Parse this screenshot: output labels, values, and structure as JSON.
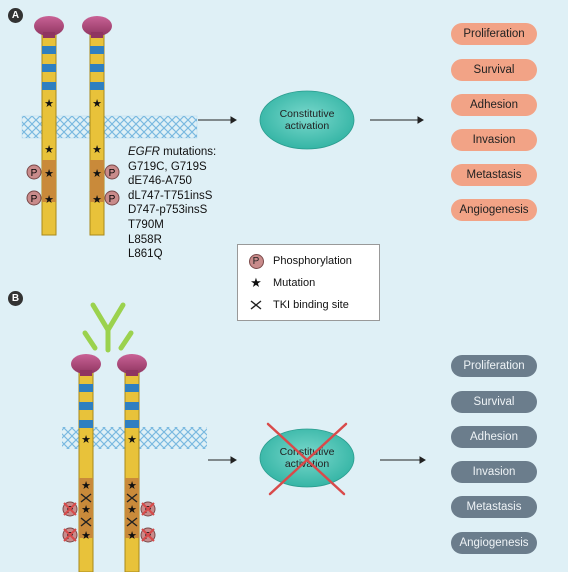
{
  "panels": {
    "a": "A",
    "b": "B"
  },
  "mutations": {
    "gene": "EGFR",
    "suffix": " mutations:",
    "items": [
      "G719C, G719S",
      "dE746-A750",
      "dL747-T751insS",
      "D747-p753insS",
      "T790M",
      "L858R",
      "L861Q"
    ]
  },
  "ellipse_a": {
    "line1": "Constitutive",
    "line2": "activation"
  },
  "ellipse_b": {
    "line1": "Constitutive",
    "line2": "activation"
  },
  "outcomes_a": [
    "Proliferation",
    "Survival",
    "Adhesion",
    "Invasion",
    "Metastasis",
    "Angiogenesis"
  ],
  "outcomes_b": [
    "Proliferation",
    "Survival",
    "Adhesion",
    "Invasion",
    "Metastasis",
    "Angiogenesis"
  ],
  "legend": {
    "phosphorylation": "Phosphorylation",
    "mutation": "Mutation",
    "tki": "TKI binding site",
    "p_symbol": "P"
  },
  "colors": {
    "background": "#dff0f6",
    "receptor_yellow": "#e8c23a",
    "receptor_band": "#2f7fc0",
    "receptor_head": "#b3477a",
    "membrane": "#79b9e0",
    "ellipse": "#44c3b4",
    "outcome_active": "#f2a386",
    "outcome_inactive": "#6b7d8c",
    "antibody": "#9bd24e",
    "block_x": "#d94a4a"
  },
  "icons": [
    "star-icon",
    "tki-cross-icon",
    "phospho-badge-icon",
    "antibody-icon",
    "block-x-icon",
    "arrow-icon"
  ]
}
